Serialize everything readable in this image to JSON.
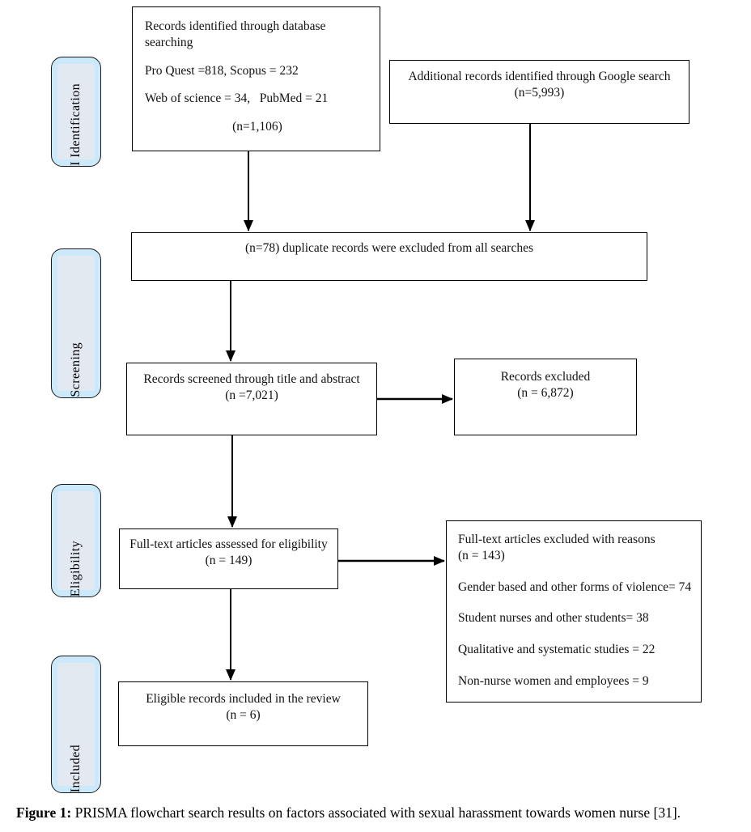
{
  "stages": [
    {
      "label": "I Identification"
    },
    {
      "label": "Screening"
    },
    {
      "label": "Eligibility"
    },
    {
      "label": "Included"
    }
  ],
  "boxes": {
    "identified": {
      "line1": "Records identified through database searching",
      "line2": "Pro Quest =818, Scopus = 232",
      "line3": "Web of science = 34,   PubMed = 21",
      "n": "(n=1,106)"
    },
    "additional": {
      "line1": "Additional records identified through Google search",
      "n": "(n=5,993)"
    },
    "duplicates": {
      "text": "(n=78) duplicate records were excluded from all searches"
    },
    "screened": {
      "line1": "Records screened through title and abstract",
      "n": "(n =7,021)"
    },
    "excluded": {
      "line1": "Records excluded",
      "n": "(n = 6,872)"
    },
    "fulltext": {
      "line1": "Full-text articles assessed for eligibility",
      "n": "(n = 149)"
    },
    "reasons": {
      "title": "Full-text articles excluded with reasons",
      "n": "(n = 143)",
      "items": [
        "Gender based and other forms of violence= 74",
        "Student nurses and other students= 38",
        "Qualitative and systematic studies = 22",
        "Non-nurse women and employees = 9"
      ]
    },
    "included": {
      "line1": "Eligible records included in the review",
      "n": "(n = 6)"
    }
  },
  "caption": {
    "label": "Figure 1:",
    "text": " PRISMA flowchart search results on factors associated with sexual harassment towards women nurse [31]."
  },
  "colors": {
    "stage_fill": "#cbe9fa",
    "stage_inner": "#e3e9f1",
    "border": "#000000",
    "arrow": "#000000"
  }
}
